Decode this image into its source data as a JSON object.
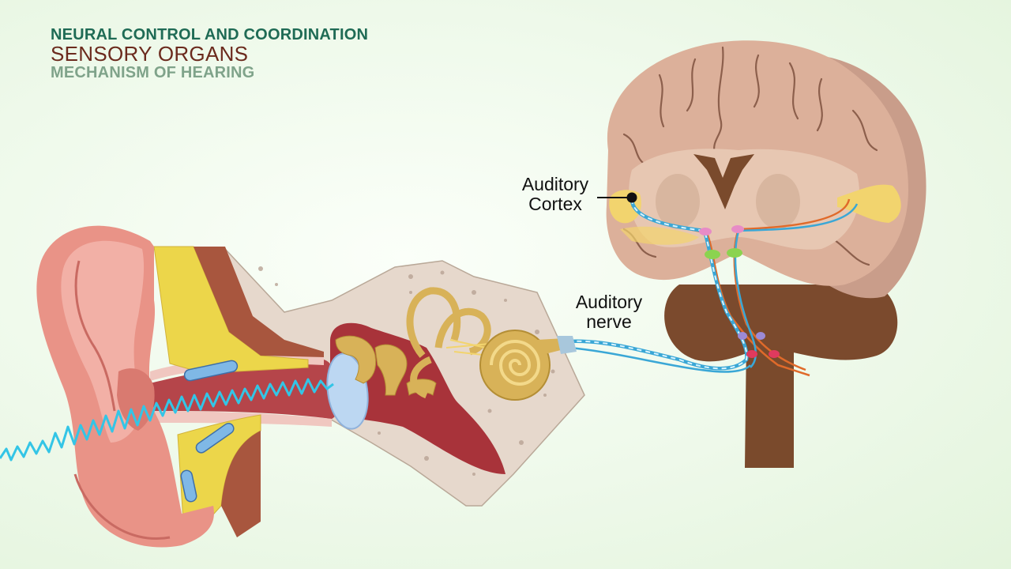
{
  "header": {
    "topic": "NEURAL CONTROL AND COORDINATION",
    "chapter": "SENSORY ORGANS",
    "section": "MECHANISM OF HEARING"
  },
  "labels": {
    "auditory_cortex": [
      "Auditory",
      "Cortex"
    ],
    "auditory_nerve": [
      "Auditory",
      "nerve"
    ]
  },
  "colors": {
    "brain": "#d9ad97",
    "brain_dark": "#b98c78",
    "brainstem": "#7a4a2c",
    "ear_skin": "#e9948a",
    "cartilage": "#ecd64a",
    "bone": "#e8d9cf",
    "cochlea": "#d8b258",
    "sound_wave": "#33c5e6",
    "nerve_blue": "#3aa7d6",
    "nerve_orange": "#e06a2a"
  }
}
